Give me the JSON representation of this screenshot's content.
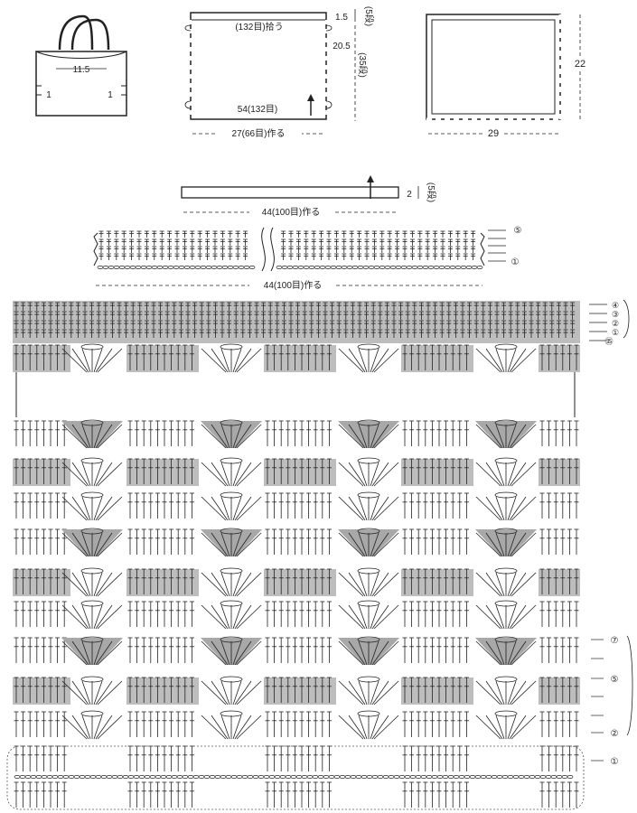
{
  "bag": {
    "handle_width": "11.5",
    "side_left": "1",
    "side_right": "1"
  },
  "body_piece": {
    "top_height": "1.5",
    "top_rows": "(5段)",
    "pickup_label": "(132目)拾う",
    "height": "20.5",
    "height_rows": "(35段)",
    "bottom_label": "54(132目)",
    "width_label": "27(66目)作る"
  },
  "bottom_piece": {
    "height": "22",
    "width": "29"
  },
  "handle_strip": {
    "width_label": "44(100目)作る",
    "height": "2",
    "rows": "(5段)"
  },
  "handle_chart": {
    "width_label": "44(100目)作る",
    "row_top": "⑤",
    "row_bottom": "①"
  },
  "main_chart": {
    "upper_rows": [
      "④",
      "③",
      "②",
      "①",
      "㉟"
    ],
    "lower_rows": [
      "⑦",
      "⑤",
      "②",
      "①"
    ]
  }
}
